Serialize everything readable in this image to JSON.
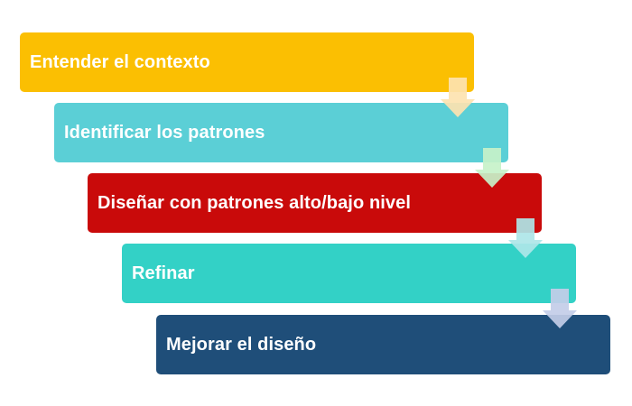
{
  "steps": [
    {
      "label": "Entender el contexto",
      "color": "#fbbf02",
      "arrow_color": "#fde3b0"
    },
    {
      "label": "Identificar los patrones",
      "color": "#5bcfd6",
      "arrow_color": "#c7f2c9"
    },
    {
      "label": "Diseñar con patrones alto/bajo nivel",
      "color": "#c90a0a",
      "arrow_color": "#aee6e8"
    },
    {
      "label": "Refinar",
      "color": "#33d1c6",
      "arrow_color": "#c3cde8"
    },
    {
      "label": "Mejorar el diseño",
      "color": "#1f4e79"
    }
  ]
}
